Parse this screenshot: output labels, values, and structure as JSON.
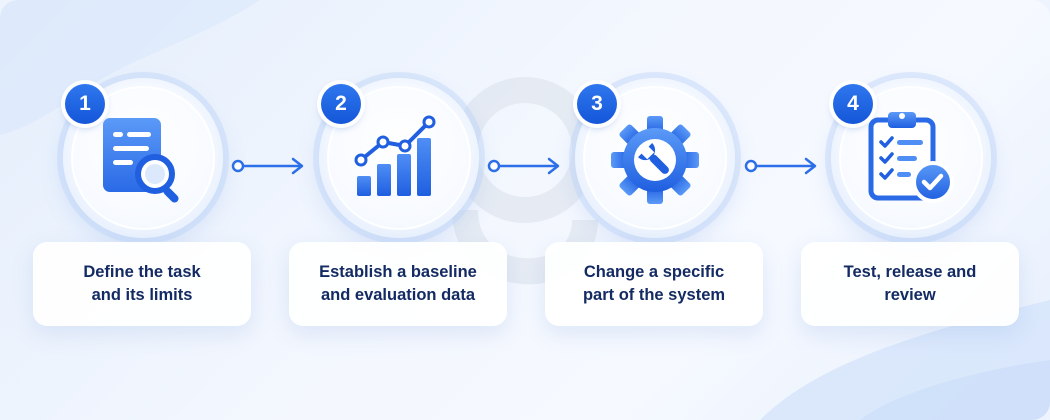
{
  "steps": [
    {
      "number": "1",
      "label": "Define the task\nand its limits",
      "icon": "document-search-icon"
    },
    {
      "number": "2",
      "label": "Establish a baseline\nand evaluation data",
      "icon": "bar-chart-trend-icon"
    },
    {
      "number": "3",
      "label": "Change a specific\npart of the system",
      "icon": "gear-wrench-icon"
    },
    {
      "number": "4",
      "label": "Test, release and\nreview",
      "icon": "checklist-clipboard-icon"
    }
  ],
  "colors": {
    "accent": "#1e63e6",
    "accent_light": "#4f8ef5",
    "text_dark": "#132a63",
    "connector": "#2c6fe8"
  }
}
